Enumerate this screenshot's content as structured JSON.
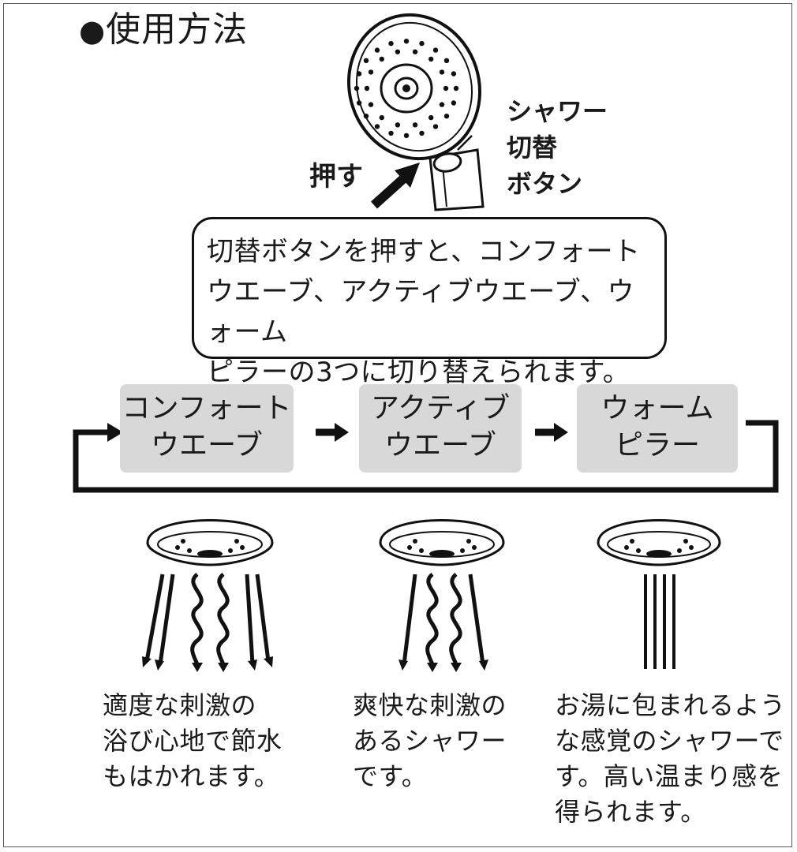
{
  "title": {
    "dot": "●",
    "text": "使用方法"
  },
  "button_label": [
    "シャワー",
    "切替",
    "ボタン"
  ],
  "push_label": "押す",
  "callout": [
    "切替ボタンを押すと、コンフォート",
    "ウエーブ、アクティブウエーブ、ウォーム",
    "ピラーの3つに切り替えられます。"
  ],
  "modes": [
    {
      "line1": "コンフォート",
      "line2": "ウエーブ"
    },
    {
      "line1": "アクティブ",
      "line2": "ウエーブ"
    },
    {
      "line1": "ウォーム",
      "line2": "ピラー"
    }
  ],
  "descriptions": [
    [
      "適度な刺激の",
      "浴び心地で節水",
      "もはかれます。"
    ],
    [
      "爽快な刺激の",
      "あるシャワー",
      "です。"
    ],
    [
      "お湯に包まれるよう",
      "な感覚のシャワーで",
      "す。高い温まり感を",
      "得られます。"
    ]
  ],
  "colors": {
    "ink": "#111111",
    "mode_bg": "#d8d8d8",
    "background": "#ffffff"
  }
}
